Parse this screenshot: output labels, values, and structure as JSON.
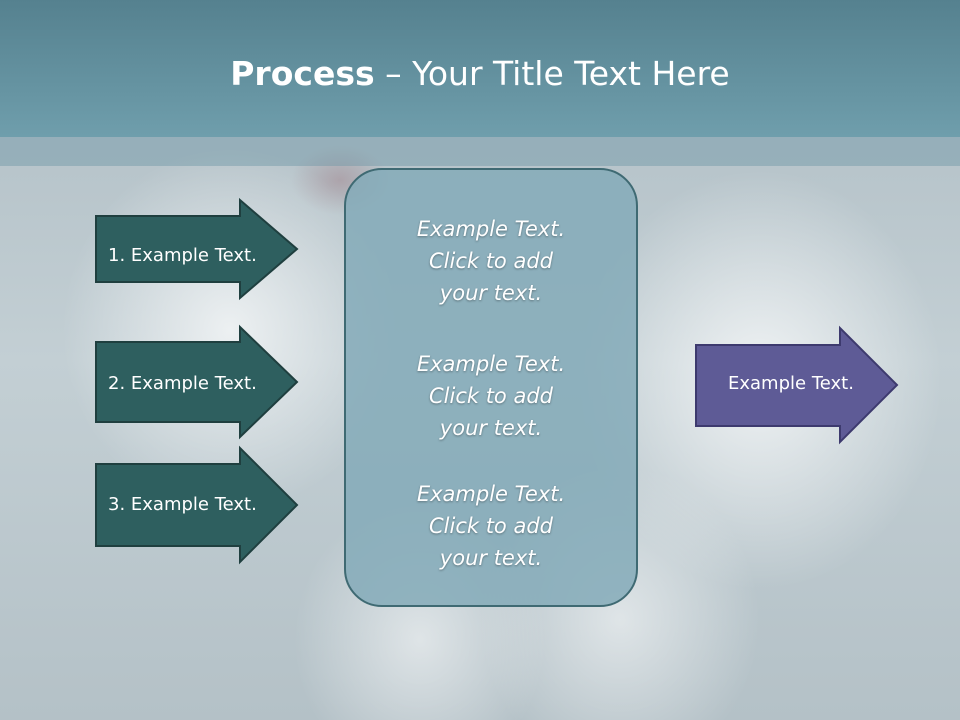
{
  "slide": {
    "title_bold": "Process",
    "title_rest": " – Your Title Text Here"
  },
  "left_arrows": [
    {
      "label": "1. Example Text."
    },
    {
      "label": "2. Example Text."
    },
    {
      "label": "3. Example Text."
    }
  ],
  "center_box": {
    "blocks": [
      {
        "line1": "Example Text.",
        "line2": "Click  to add",
        "line3": "your text."
      },
      {
        "line1": "Example Text.",
        "line2": "Click  to add",
        "line3": "your text."
      },
      {
        "line1": "Example Text.",
        "line2": "Click  to add",
        "line3": "your text."
      }
    ]
  },
  "right_arrow": {
    "label": "Example Text."
  },
  "colors": {
    "header": "#5f8d9b",
    "left_arrow_fill": "#2e5f5f",
    "center_box_fill": "#84aab8",
    "right_arrow_fill": "#5e5b96"
  }
}
